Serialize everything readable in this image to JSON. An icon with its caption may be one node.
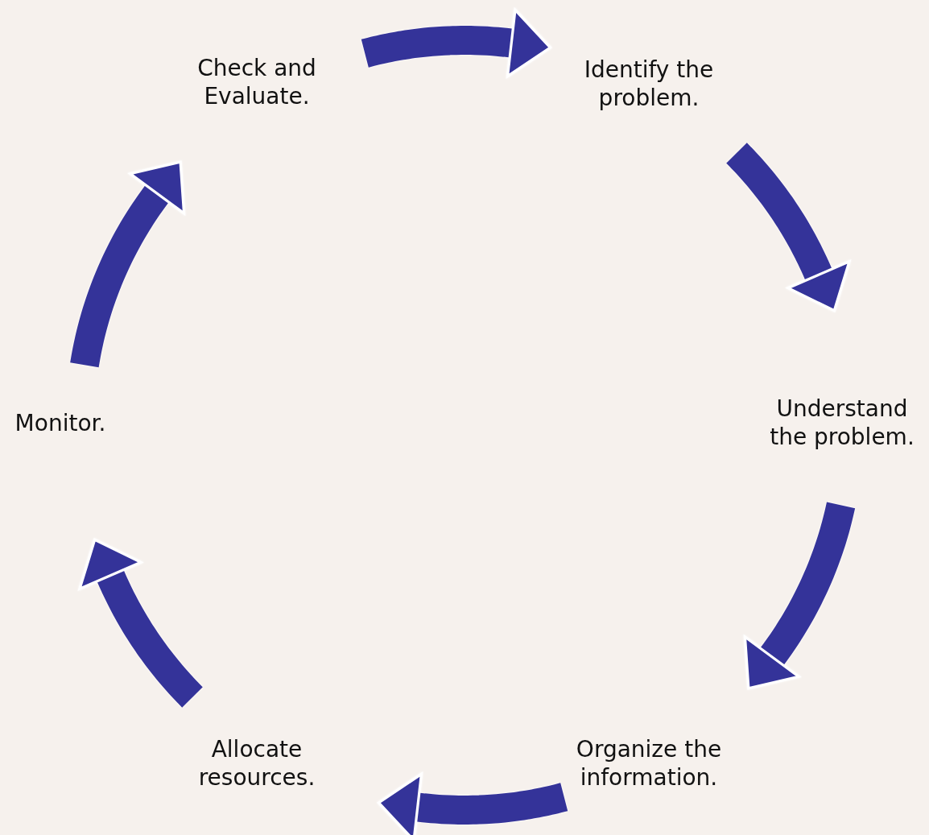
{
  "diagram": {
    "nodes": [
      {
        "text": [
          "Identify the problem."
        ]
      },
      {
        "text": [
          "Understand the problem."
        ]
      },
      {
        "text": [
          "Organize the information."
        ]
      },
      {
        "text": [
          "Allocate resources."
        ]
      },
      {
        "text": [
          "Monitor."
        ]
      },
      {
        "text": [
          "Check and Evaluate."
        ]
      }
    ],
    "edges": [
      {
        "from": 5,
        "to": 0,
        "arrow": "to"
      },
      {
        "from": 0,
        "to": 1,
        "arrow": "to"
      },
      {
        "from": 1,
        "to": 2,
        "arrow": "to"
      },
      {
        "from": 2,
        "to": 3,
        "arrow": "to"
      },
      {
        "from": 3,
        "to": 4,
        "arrow": "to"
      },
      {
        "from": 4,
        "to": 5,
        "arrow": "to"
      }
    ]
  }
}
